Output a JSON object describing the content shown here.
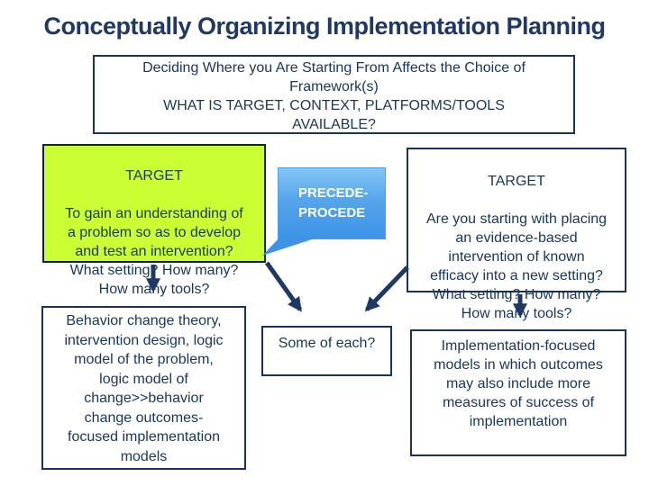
{
  "slide": {
    "title": "Conceptually Organizing Implementation Planning",
    "subtitle_box": {
      "lines": [
        "Deciding Where you Are Starting From Affects the Choice of",
        "Framework(s)",
        "WHAT IS TARGET, CONTEXT, PLATFORMS/TOOLS",
        "AVAILABLE?"
      ]
    },
    "left_target_box": {
      "heading": "TARGET",
      "lines": [
        "To gain an understanding of",
        "a problem so as to develop",
        "and test an intervention?",
        "What setting? How many?",
        "How many tools?"
      ]
    },
    "callout": {
      "lines": [
        "PRECEDE-",
        "PROCEDE"
      ]
    },
    "right_target_box": {
      "heading": "TARGET",
      "lines": [
        "Are you starting with placing",
        "an evidence-based",
        "intervention of known",
        "efficacy into a new setting?",
        "What setting? How many?",
        "How many tools?"
      ]
    },
    "left_bottom_box": {
      "lines": [
        "Behavior change theory,",
        "intervention design, logic",
        "model of the problem,",
        "logic model of",
        "change>>behavior",
        "change outcomes-",
        "focused implementation",
        "models"
      ]
    },
    "middle_bottom_box": {
      "label": "Some of each?"
    },
    "right_bottom_box": {
      "lines": [
        "Implementation-focused",
        "models in which outcomes",
        "may also include more",
        "measures of success of",
        "implementation"
      ]
    },
    "connections": [
      {
        "from": "precede-procede-callout",
        "to": "left-target-box"
      },
      {
        "from": "left-target-box",
        "to": "left-bottom-box"
      },
      {
        "from": "left-target-box",
        "to": "middle-bottom-box"
      },
      {
        "from": "right-target-box",
        "to": "middle-bottom-box"
      },
      {
        "from": "right-target-box",
        "to": "right-bottom-box"
      }
    ],
    "colors": {
      "navy": "#1F3864",
      "box_border": "#1C3357",
      "green_fill": "#CCFF33",
      "callout_blue_top": "#86C6F6",
      "callout_blue_bottom": "#3E93E6",
      "background": "#FFFFFF"
    }
  }
}
